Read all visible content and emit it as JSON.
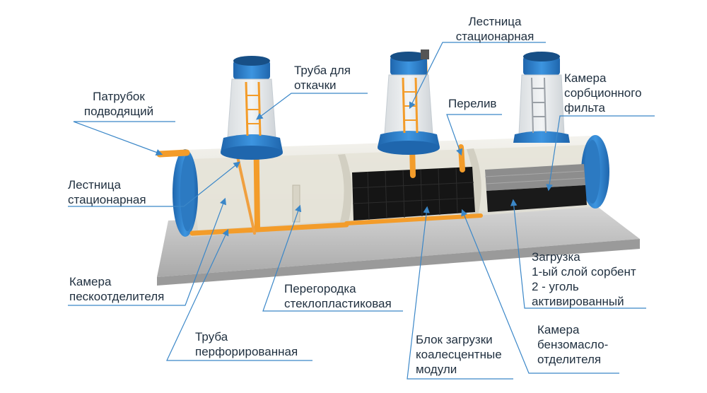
{
  "colors": {
    "tank_blue": "#2f7fc9",
    "tank_shell": "#e9e7df",
    "pipe_orange": "#f39c2a",
    "media_black": "#1a1a1a",
    "sorbent_gray": "#8d8d8d",
    "base_gray": "#c9c9c9",
    "leader_line": "#3b87c8",
    "label_text": "#1f2f3f"
  },
  "labels": {
    "inlet_pipe": [
      "Патрубок",
      "подводящий"
    ],
    "pump_pipe": [
      "Труба для",
      "откачки"
    ],
    "ladder_top": [
      "Лестница",
      "стационарная"
    ],
    "overflow": [
      "Перелив"
    ],
    "sorption_chamber": [
      "Камера",
      "сорбционного",
      "фильта"
    ],
    "ladder_left": [
      "Лестница",
      "стационарная"
    ],
    "sand_chamber": [
      "Камера",
      "пескоотделителя"
    ],
    "partition": [
      "Перегородка",
      "стеклопластиковая"
    ],
    "load": [
      "Загрузка",
      "1-ый слой сорбент",
      "2 - уголь",
      "активированный"
    ],
    "perforated_pipe": [
      "Труба",
      "перфорированная"
    ],
    "coalescent_block": [
      "Блок загрузки",
      "коалесцентные",
      "модули"
    ],
    "oil_chamber": [
      "Камера",
      "бензомасло-",
      "отделителя"
    ]
  }
}
